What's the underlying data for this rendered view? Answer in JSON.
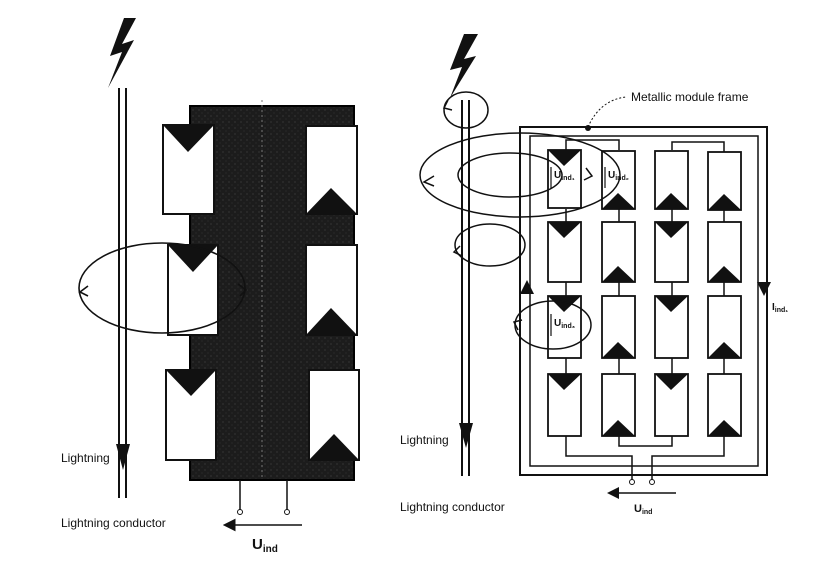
{
  "left_panel": {
    "lightning_label": "Lightning",
    "conductor_label": "Lightning conductor",
    "voltage_main": "U",
    "voltage_sub": "ind"
  },
  "right_panel": {
    "frame_label": "Metallic module frame",
    "lightning_label": "Lightning",
    "conductor_label": "Lightning conductor",
    "voltage_main": "U",
    "voltage_sub": "ind",
    "u_ind_1_main": "U",
    "u_ind_1_sub": "ind₁",
    "u_ind_2_main": "U",
    "u_ind_2_sub": "ind₂",
    "u_ind_3_main": "U",
    "u_ind_3_sub": "ind₃",
    "i_ind_main": "I",
    "i_ind_sub": "ind₁"
  },
  "colors": {
    "ink": "#111111",
    "panel_fill": "#1c1c1c",
    "cell_fill": "#ffffff"
  }
}
